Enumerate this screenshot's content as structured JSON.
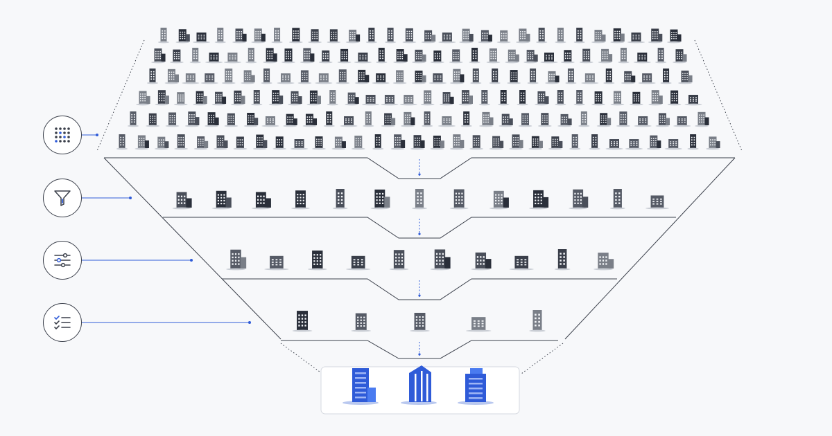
{
  "colors": {
    "background": "#f7f8fa",
    "line": "#3a3f4a",
    "accent": "#2f5bd8",
    "building_dark": "#2a2f3a",
    "building_mid": "#4a4f5a",
    "building_light": "#7a7f88",
    "result_blue": "#2f5bd8",
    "result_blue_light": "#4a7bf0"
  },
  "stages": [
    {
      "icon": "grid-dots-icon",
      "building_count": 177
    },
    {
      "icon": "funnel-icon",
      "building_count": 13
    },
    {
      "icon": "sliders-icon",
      "building_count": 10
    },
    {
      "icon": "checklist-icon",
      "building_count": 5
    }
  ],
  "result": {
    "building_count": 3
  }
}
